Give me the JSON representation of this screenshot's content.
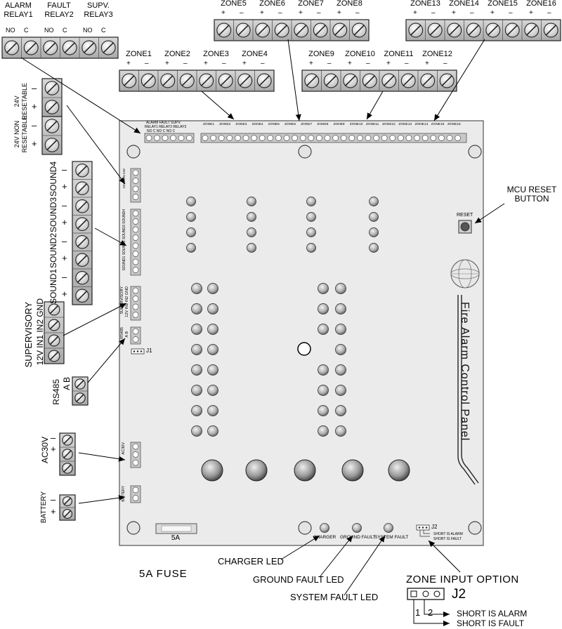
{
  "top_left_block": {
    "alarm_label": "ALARM\nRELAY1",
    "fault_label": "FAULT\nRELAY2",
    "supv_label": "SUPV.\nRELAY3",
    "nc_labels": [
      "NO",
      "C",
      "NO",
      "C",
      "NO",
      "C"
    ]
  },
  "zones_top_a": {
    "labels": [
      "ZONE5",
      "ZONE6",
      "ZONE7",
      "ZONE8"
    ]
  },
  "zones_top_b": {
    "labels": [
      "ZONE13",
      "ZONE14",
      "ZONE15",
      "ZONE16"
    ]
  },
  "zones_mid_a": {
    "labels": [
      "ZONE1",
      "ZONE2",
      "ZONE3",
      "ZONE4"
    ]
  },
  "zones_mid_b": {
    "labels": [
      "ZONE9",
      "ZONE10",
      "ZONE11",
      "ZONE12"
    ]
  },
  "pm": {
    "plus": "+",
    "minus": "−",
    "minus_h": "–"
  },
  "left": {
    "v24_resettable": "24V\nRESETABLE",
    "v24_non": "24V NON\nRESETABLE",
    "sound_labels": [
      "SOUND4",
      "SOUND3",
      "SOUND2",
      "SOUND1"
    ],
    "supervisory": "SUPERVISORY",
    "supervisory_pins": "12V  IN1  IN2  GND",
    "rs485": "RS485",
    "rs485_pins": "A   B",
    "ac30v": "AC30V",
    "battery": "BATTERY"
  },
  "board": {
    "title": "Fire Alarm Control Panel",
    "reset": "RESET",
    "j1": "J1",
    "j2": "J2",
    "j2_note1": "SHORT IS ALARM",
    "j2_note2": "SHORT IS FAULT",
    "charger": "CHARGER",
    "ground_fault": "GROUND FAULT",
    "system_fault": "SYSTEM FAULT",
    "fuse": "5A",
    "mini_zone_labels": [
      "ZONE1",
      "ZONE2",
      "ZONE3",
      "ZONE4",
      "ZONE5",
      "ZONE6",
      "ZONE7",
      "ZONE8",
      "ZONE9",
      "ZONE10",
      "ZONE11",
      "ZONE12",
      "ZONE13",
      "ZONE14",
      "ZONE15",
      "ZONE16"
    ],
    "mini_relay": "ALARM  FAULT  SUPV.",
    "mini_relay2": "RELAY1 RELAY2 RELAY3",
    "mini_nc": "NO  C   NO  C   NO  C",
    "mini_supervisory": "SUPERVISORY",
    "mini_sup_pins": "12V IN1 IN2 GND",
    "mini_rs485": "RS485",
    "mini_ab": "A B",
    "mini_ac30v": "AC30V",
    "mini_battery": "BATTERY",
    "mini_sound": "SOUND1 SOUND2 SOUND3 SOUND4",
    "mini_24v": "24V NON  24V"
  },
  "callouts": {
    "mcu_reset": "MCU RESET\nBUTTON",
    "fuse_5a": "5A  FUSE",
    "charger_led": "CHARGER LED",
    "ground_fault_led": "GROUND FAULT LED",
    "system_fault_led": "SYSTEM FAULT LED",
    "zone_input_option": "ZONE INPUT OPTION",
    "j2": "J2",
    "pin1": "1",
    "pin2": "2",
    "short_alarm": "SHORT IS ALARM",
    "short_fault": "SHORT IS FAULT"
  }
}
